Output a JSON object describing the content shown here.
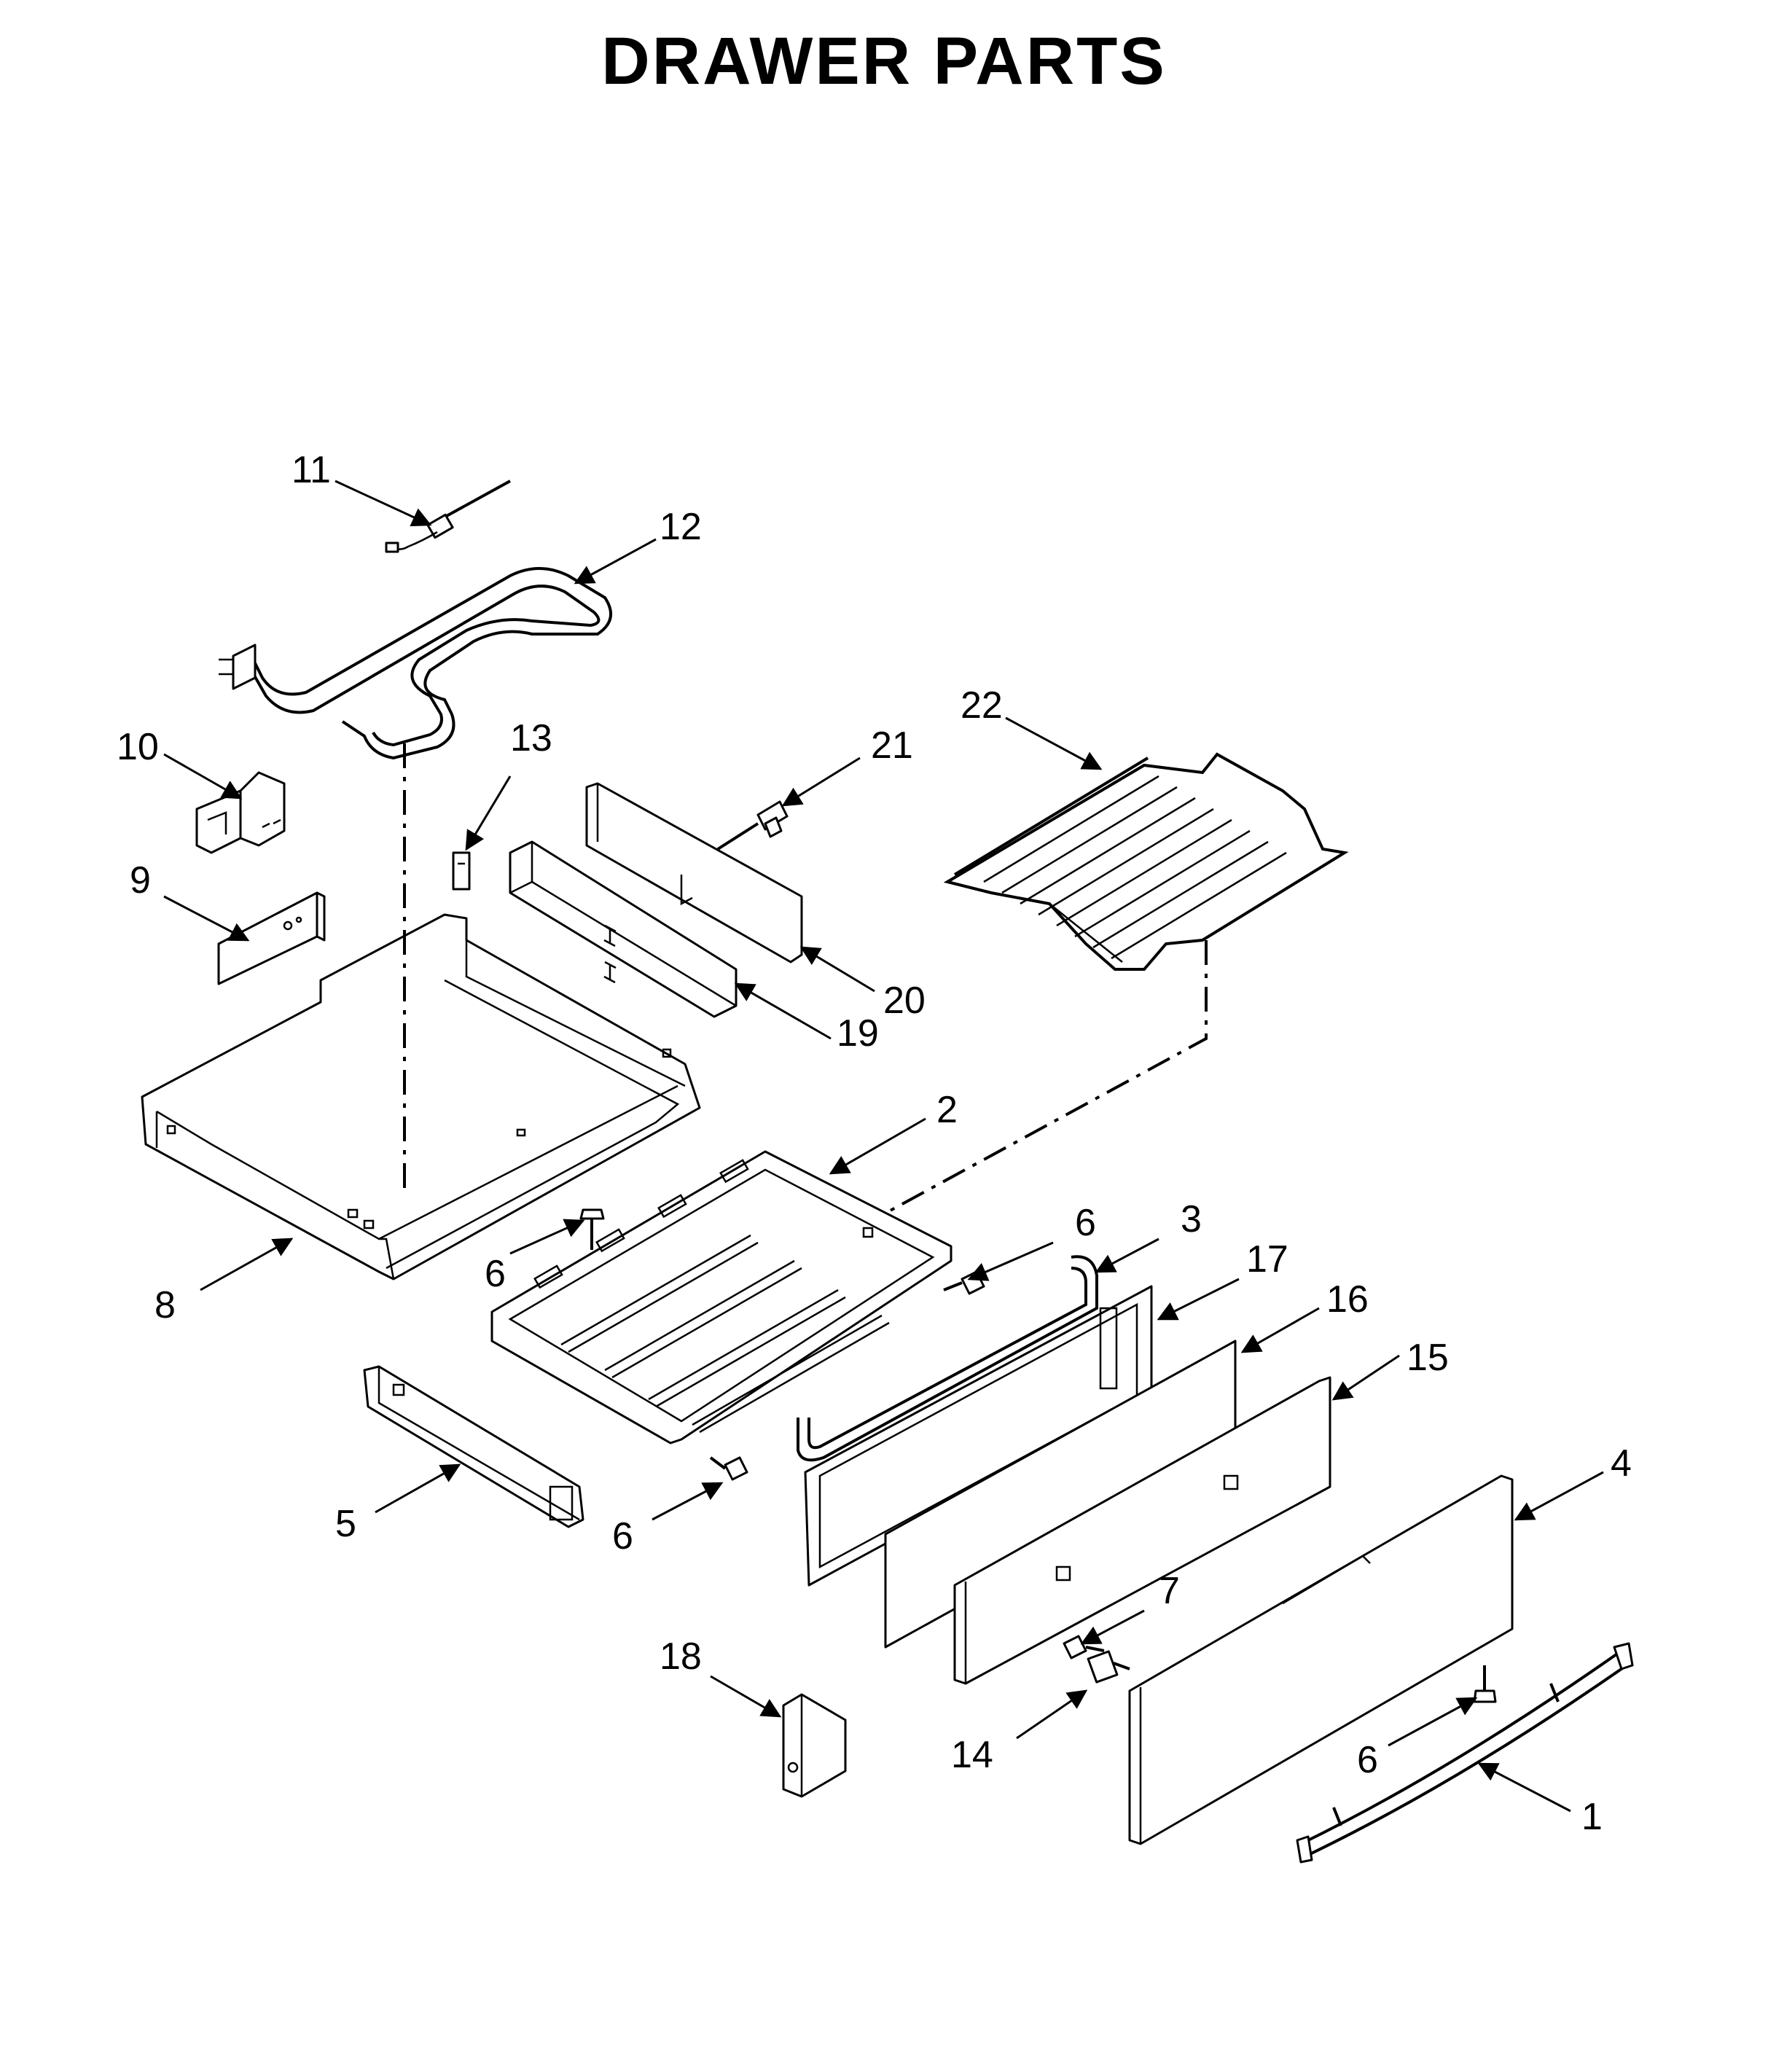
{
  "title": "DRAWER PARTS",
  "callouts": [
    {
      "id": "1",
      "label": "1"
    },
    {
      "id": "2",
      "label": "2"
    },
    {
      "id": "3",
      "label": "3"
    },
    {
      "id": "4",
      "label": "4"
    },
    {
      "id": "5",
      "label": "5"
    },
    {
      "id": "6a",
      "label": "6"
    },
    {
      "id": "6b",
      "label": "6"
    },
    {
      "id": "6c",
      "label": "6"
    },
    {
      "id": "6d",
      "label": "6"
    },
    {
      "id": "7",
      "label": "7"
    },
    {
      "id": "8",
      "label": "8"
    },
    {
      "id": "9",
      "label": "9"
    },
    {
      "id": "10",
      "label": "10"
    },
    {
      "id": "11",
      "label": "11"
    },
    {
      "id": "12",
      "label": "12"
    },
    {
      "id": "13",
      "label": "13"
    },
    {
      "id": "14",
      "label": "14"
    },
    {
      "id": "15",
      "label": "15"
    },
    {
      "id": "16",
      "label": "16"
    },
    {
      "id": "17",
      "label": "17"
    },
    {
      "id": "18",
      "label": "18"
    },
    {
      "id": "19",
      "label": "19"
    },
    {
      "id": "20",
      "label": "20"
    },
    {
      "id": "21",
      "label": "21"
    },
    {
      "id": "22",
      "label": "22"
    }
  ]
}
